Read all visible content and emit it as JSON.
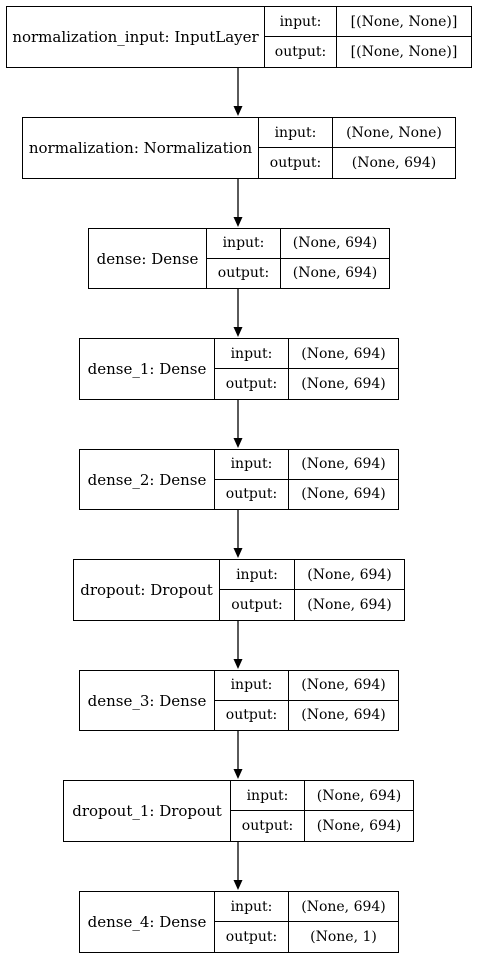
{
  "labels": {
    "input": "input:",
    "output": "output:"
  },
  "layers": [
    {
      "name": "normalization_input: InputLayer",
      "input": "[(None, None)]",
      "output": "[(None, None)]"
    },
    {
      "name": "normalization: Normalization",
      "input": "(None, None)",
      "output": "(None, 694)"
    },
    {
      "name": "dense: Dense",
      "input": "(None, 694)",
      "output": "(None, 694)"
    },
    {
      "name": "dense_1: Dense",
      "input": "(None, 694)",
      "output": "(None, 694)"
    },
    {
      "name": "dense_2: Dense",
      "input": "(None, 694)",
      "output": "(None, 694)"
    },
    {
      "name": "dropout: Dropout",
      "input": "(None, 694)",
      "output": "(None, 694)"
    },
    {
      "name": "dense_3: Dense",
      "input": "(None, 694)",
      "output": "(None, 694)"
    },
    {
      "name": "dropout_1: Dropout",
      "input": "(None, 694)",
      "output": "(None, 694)"
    },
    {
      "name": "dense_4: Dense",
      "input": "(None, 694)",
      "output": "(None, 1)"
    }
  ],
  "colors": {
    "stroke": "#000000",
    "background": "#ffffff"
  }
}
